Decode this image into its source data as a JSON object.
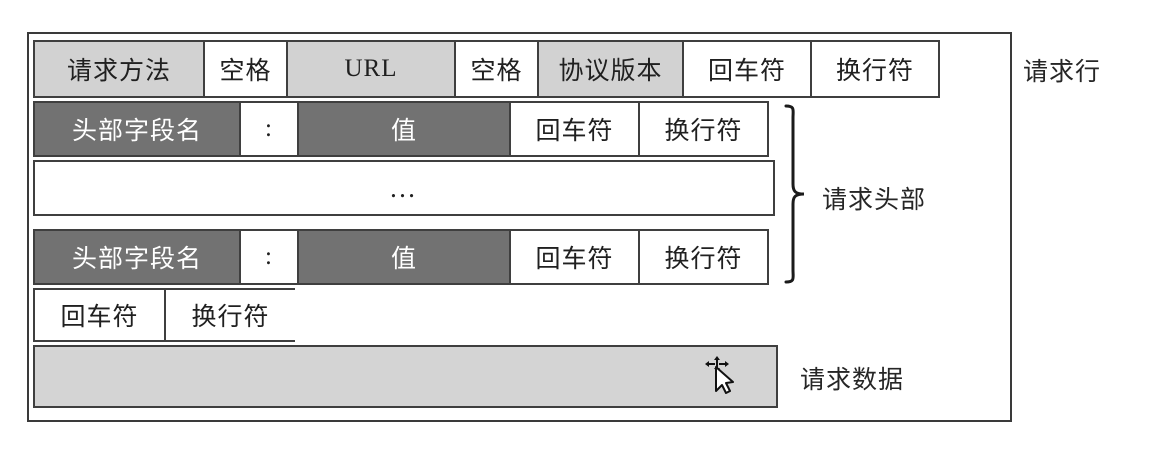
{
  "figure": {
    "title_semantic": "http-request-message-format",
    "colors": {
      "light_fill": "#d2d2d2",
      "dark_fill": "#727272",
      "white_fill": "#ffffff",
      "data_fill": "#d4d4d4",
      "border": "#3f3f3f",
      "text": "#202020",
      "dark_text": "#ffffff"
    },
    "rows": [
      {
        "name": "request-line",
        "label": "请求行",
        "cells": [
          {
            "text": "请求方法",
            "shade": "light"
          },
          {
            "text": "空格",
            "shade": "plain"
          },
          {
            "text": "URL",
            "shade": "light"
          },
          {
            "text": "空格",
            "shade": "plain"
          },
          {
            "text": "协议版本",
            "shade": "light"
          },
          {
            "text": "回车符",
            "shade": "plain"
          },
          {
            "text": "换行符",
            "shade": "plain"
          }
        ]
      },
      {
        "name": "header-field-first",
        "label": "",
        "cells": [
          {
            "text": "头部字段名",
            "shade": "dark"
          },
          {
            "text": ":",
            "shade": "plain"
          },
          {
            "text": "值",
            "shade": "dark"
          },
          {
            "text": "回车符",
            "shade": "plain"
          },
          {
            "text": "换行符",
            "shade": "plain"
          }
        ]
      },
      {
        "name": "header-ellipsis",
        "label": "",
        "cells": [
          {
            "text": "…",
            "shade": "plain"
          }
        ]
      },
      {
        "name": "header-field-last",
        "label": "",
        "cells": [
          {
            "text": "头部字段名",
            "shade": "dark"
          },
          {
            "text": ":",
            "shade": "plain"
          },
          {
            "text": "值",
            "shade": "dark"
          },
          {
            "text": "回车符",
            "shade": "plain"
          },
          {
            "text": "换行符",
            "shade": "plain"
          }
        ]
      },
      {
        "name": "blank-line",
        "label": "",
        "cells": [
          {
            "text": "回车符",
            "shade": "plain"
          },
          {
            "text": "换行符",
            "shade": "plain"
          },
          {
            "text": "",
            "shade": "blank"
          }
        ]
      },
      {
        "name": "request-body",
        "label": "请求数据",
        "cells": [
          {
            "text": "",
            "shade": "data"
          }
        ]
      }
    ],
    "brace_label": "请求头部",
    "ellipsis": "…",
    "cursor": "move-cursor-icon"
  }
}
